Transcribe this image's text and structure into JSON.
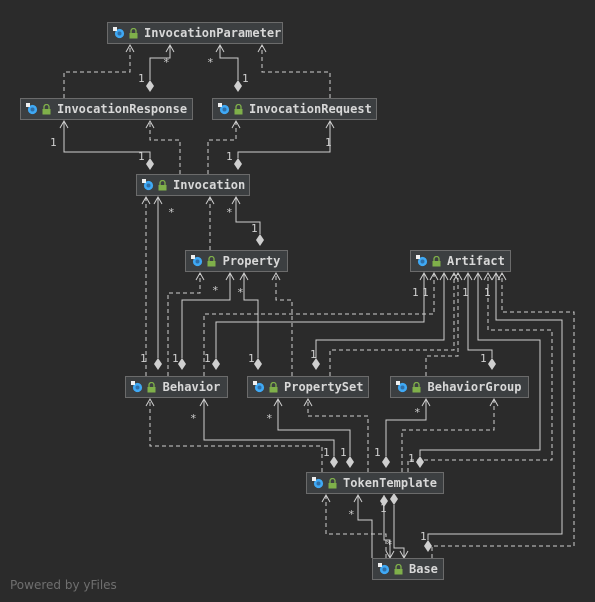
{
  "diagram": {
    "nodes": [
      {
        "id": "InvocationParameter",
        "label": "InvocationParameter"
      },
      {
        "id": "InvocationResponse",
        "label": "InvocationResponse"
      },
      {
        "id": "InvocationRequest",
        "label": "InvocationRequest"
      },
      {
        "id": "Invocation",
        "label": "Invocation"
      },
      {
        "id": "Property",
        "label": "Property"
      },
      {
        "id": "Artifact",
        "label": "Artifact"
      },
      {
        "id": "Behavior",
        "label": "Behavior"
      },
      {
        "id": "PropertySet",
        "label": "PropertySet"
      },
      {
        "id": "BehaviorGroup",
        "label": "BehaviorGroup"
      },
      {
        "id": "TokenTemplate",
        "label": "TokenTemplate"
      },
      {
        "id": "Base",
        "label": "Base"
      }
    ],
    "node_icons": [
      "class-icon",
      "lock-icon"
    ],
    "colors": {
      "background": "#2b2b2b",
      "node_fill": "#3c3f41",
      "edge": "#cfcfcf",
      "class_icon": "#3fa9f5",
      "lock": "#7fb04a"
    },
    "edges": [
      {
        "from": "InvocationResponse",
        "to": "InvocationParameter",
        "kind": "inheritance",
        "style": "dashed"
      },
      {
        "from": "InvocationParameter",
        "to": "InvocationResponse",
        "kind": "composition",
        "source_multiplicity": "*",
        "target_multiplicity": "1"
      },
      {
        "from": "InvocationParameter",
        "to": "InvocationRequest",
        "kind": "composition",
        "source_multiplicity": "*",
        "target_multiplicity": "1"
      },
      {
        "from": "InvocationRequest",
        "to": "InvocationParameter",
        "kind": "inheritance",
        "style": "dashed"
      },
      {
        "from": "Invocation",
        "to": "InvocationResponse",
        "kind": "composition",
        "source_multiplicity": "1",
        "target_multiplicity": "1"
      },
      {
        "from": "Invocation",
        "to": "InvocationRequest",
        "kind": "composition",
        "source_multiplicity": "1",
        "target_multiplicity": "1"
      },
      {
        "from": "Invocation",
        "to": "InvocationResponse",
        "kind": "dependency",
        "style": "dashed"
      },
      {
        "from": "Invocation",
        "to": "InvocationRequest",
        "kind": "dependency",
        "style": "dashed"
      },
      {
        "from": "Property",
        "to": "Invocation",
        "kind": "inheritance",
        "style": "dashed"
      },
      {
        "from": "Invocation",
        "to": "Property",
        "kind": "composition",
        "source_multiplicity": "*",
        "target_multiplicity": "1"
      },
      {
        "from": "Invocation",
        "to": "Behavior",
        "kind": "composition",
        "source_multiplicity": "*",
        "target_multiplicity": "1"
      },
      {
        "from": "Behavior",
        "to": "Invocation",
        "kind": "inheritance",
        "style": "dashed"
      },
      {
        "from": "Property",
        "to": "Behavior",
        "kind": "composition",
        "source_multiplicity": "*",
        "target_multiplicity": "1"
      },
      {
        "from": "Behavior",
        "to": "Property",
        "kind": "inheritance",
        "style": "dashed"
      },
      {
        "from": "Property",
        "to": "PropertySet",
        "kind": "composition",
        "source_multiplicity": "*",
        "target_multiplicity": "1"
      },
      {
        "from": "PropertySet",
        "to": "Property",
        "kind": "inheritance",
        "style": "dashed"
      },
      {
        "from": "Artifact",
        "to": "Behavior",
        "kind": "composition",
        "source_multiplicity": "1",
        "target_multiplicity": "1"
      },
      {
        "from": "Artifact",
        "to": "PropertySet",
        "kind": "composition",
        "source_multiplicity": "1",
        "target_multiplicity": "1"
      },
      {
        "from": "Artifact",
        "to": "BehaviorGroup",
        "kind": "composition",
        "source_multiplicity": "1",
        "target_multiplicity": "1"
      },
      {
        "from": "Artifact",
        "to": "TokenTemplate",
        "kind": "composition",
        "source_multiplicity": "1",
        "target_multiplicity": "1"
      },
      {
        "from": "Artifact",
        "to": "Base",
        "kind": "composition",
        "source_multiplicity": "1",
        "target_multiplicity": "1"
      },
      {
        "from": "Behavior",
        "to": "TokenTemplate",
        "kind": "composition",
        "source_multiplicity": "*",
        "target_multiplicity": "1"
      },
      {
        "from": "PropertySet",
        "to": "TokenTemplate",
        "kind": "composition",
        "source_multiplicity": "*",
        "target_multiplicity": "1"
      },
      {
        "from": "BehaviorGroup",
        "to": "TokenTemplate",
        "kind": "composition",
        "source_multiplicity": "*",
        "target_multiplicity": "1"
      },
      {
        "from": "TokenTemplate",
        "to": "Base",
        "kind": "composition",
        "source_multiplicity": "*",
        "target_multiplicity": "1"
      },
      {
        "from": "Base",
        "to": "TokenTemplate",
        "kind": "inheritance",
        "style": "dashed"
      }
    ],
    "footer": "Powered by yFiles"
  }
}
